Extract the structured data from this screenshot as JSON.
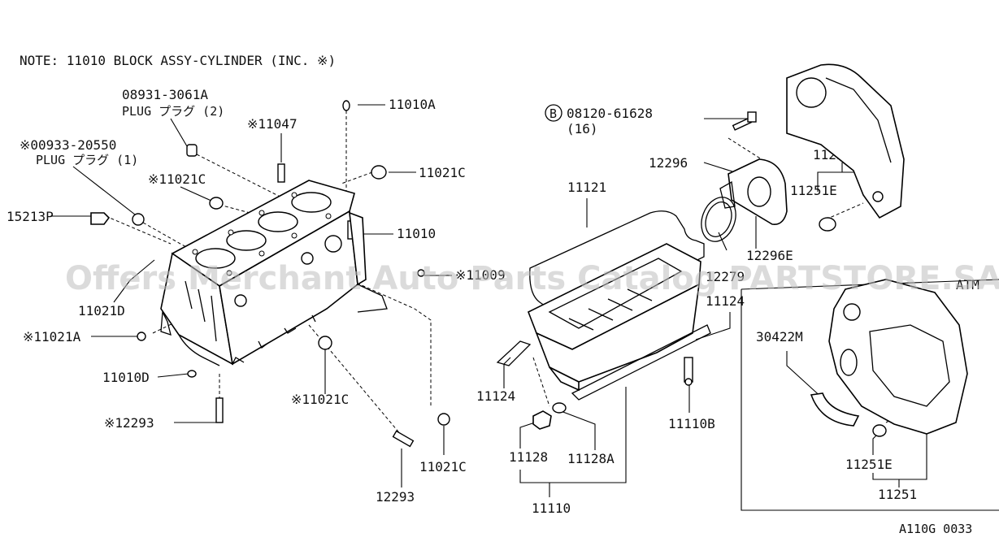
{
  "note": "NOTE: 11010 BLOCK ASSY-CYLINDER (INC. ※)",
  "watermark": "Offers Merchant Auto Parts Catalog PARTSTORE.SA",
  "diagram_code": "A110G 0033",
  "section_label": "ATM",
  "labels": {
    "p08931": "08931-3061A",
    "plug2": "PLUG プラグ (2)",
    "s11047": "※11047",
    "p11010a": "11010A",
    "s00933": "※00933-20550",
    "plug1": "PLUG プラグ (1)",
    "s11021c_a": "※11021C",
    "p11021c_a": "11021C",
    "p15213p": "15213P",
    "p11010": "11010",
    "s11009": "※11009",
    "p11021d": "11021D",
    "s11021a": "※11021A",
    "p11010d": "11010D",
    "s11021c_b": "※11021C",
    "s12293": "※12293",
    "p12293": "12293",
    "p11021c_b": "11021C",
    "b_circle": "B",
    "p08120": "08120-61628",
    "qty16": "(16)",
    "p12296": "12296",
    "p11121": "11121",
    "p12279": "12279",
    "p12296e": "12296E",
    "p11251_top": "11251",
    "p11251e_top": "11251E",
    "p11124_r": "11124",
    "p11124_l": "11124",
    "p11128": "11128",
    "p11128a": "11128A",
    "p11110": "11110",
    "p11110b": "11110B",
    "p30422m": "30422M",
    "p11251e_bot": "11251E",
    "p11251_bot": "11251"
  }
}
